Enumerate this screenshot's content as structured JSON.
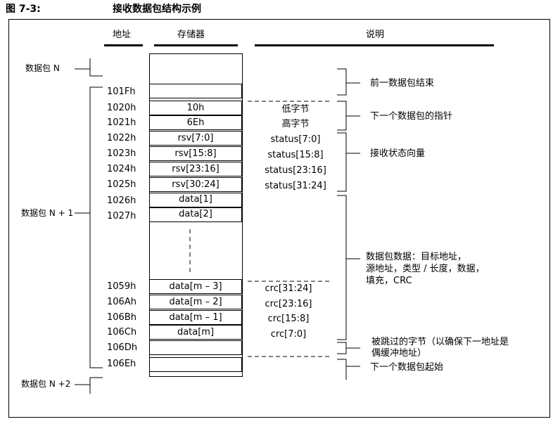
{
  "figure": {
    "label": "图 7-3:",
    "title": "接收数据包结构示例"
  },
  "headers": {
    "address": "地址",
    "memory": "存储器",
    "description": "说明"
  },
  "packets": {
    "n": "数据包 N",
    "n1": "数据包 N + 1",
    "n2": "数据包 N +2"
  },
  "rows": [
    {
      "addr": "101Fh",
      "mem": "",
      "desc": ""
    },
    {
      "addr": "1020h",
      "mem": "10h",
      "desc": "低字节"
    },
    {
      "addr": "1021h",
      "mem": "6Eh",
      "desc": "高字节"
    },
    {
      "addr": "1022h",
      "mem": "rsv[7:0]",
      "desc": "status[7:0]"
    },
    {
      "addr": "1023h",
      "mem": "rsv[15:8]",
      "desc": "status[15:8]"
    },
    {
      "addr": "1024h",
      "mem": "rsv[23:16]",
      "desc": "status[23:16]"
    },
    {
      "addr": "1025h",
      "mem": "rsv[30:24]",
      "desc": "status[31:24]"
    },
    {
      "addr": "1026h",
      "mem": "data[1]",
      "desc": ""
    },
    {
      "addr": "1027h",
      "mem": "data[2]",
      "desc": ""
    },
    {
      "addr": "1059h",
      "mem": "data[m – 3]",
      "desc": "crc[31:24]"
    },
    {
      "addr": "106Ah",
      "mem": "data[m – 2]",
      "desc": "crc[23:16]"
    },
    {
      "addr": "106Bh",
      "mem": "data[m – 1]",
      "desc": "crc[15:8]"
    },
    {
      "addr": "106Ch",
      "mem": "data[m]",
      "desc": "crc[7:0]"
    },
    {
      "addr": "106Dh",
      "mem": "",
      "desc": ""
    },
    {
      "addr": "106Eh",
      "mem": "",
      "desc": ""
    }
  ],
  "notes": {
    "prev_end": "前一数据包结束",
    "next_ptr": "下一个数据包的指针",
    "status_vector": "接收状态向量",
    "data_line1": "数据包数据：目标地址，",
    "data_line2": "源地址，类型 / 长度，数据，",
    "data_line3": "填充，CRC",
    "skipped_line1": "被跳过的字节（以确保下一地址是",
    "skipped_line2": "偶缓冲地址）",
    "next_start": "下一个数据包起始"
  }
}
